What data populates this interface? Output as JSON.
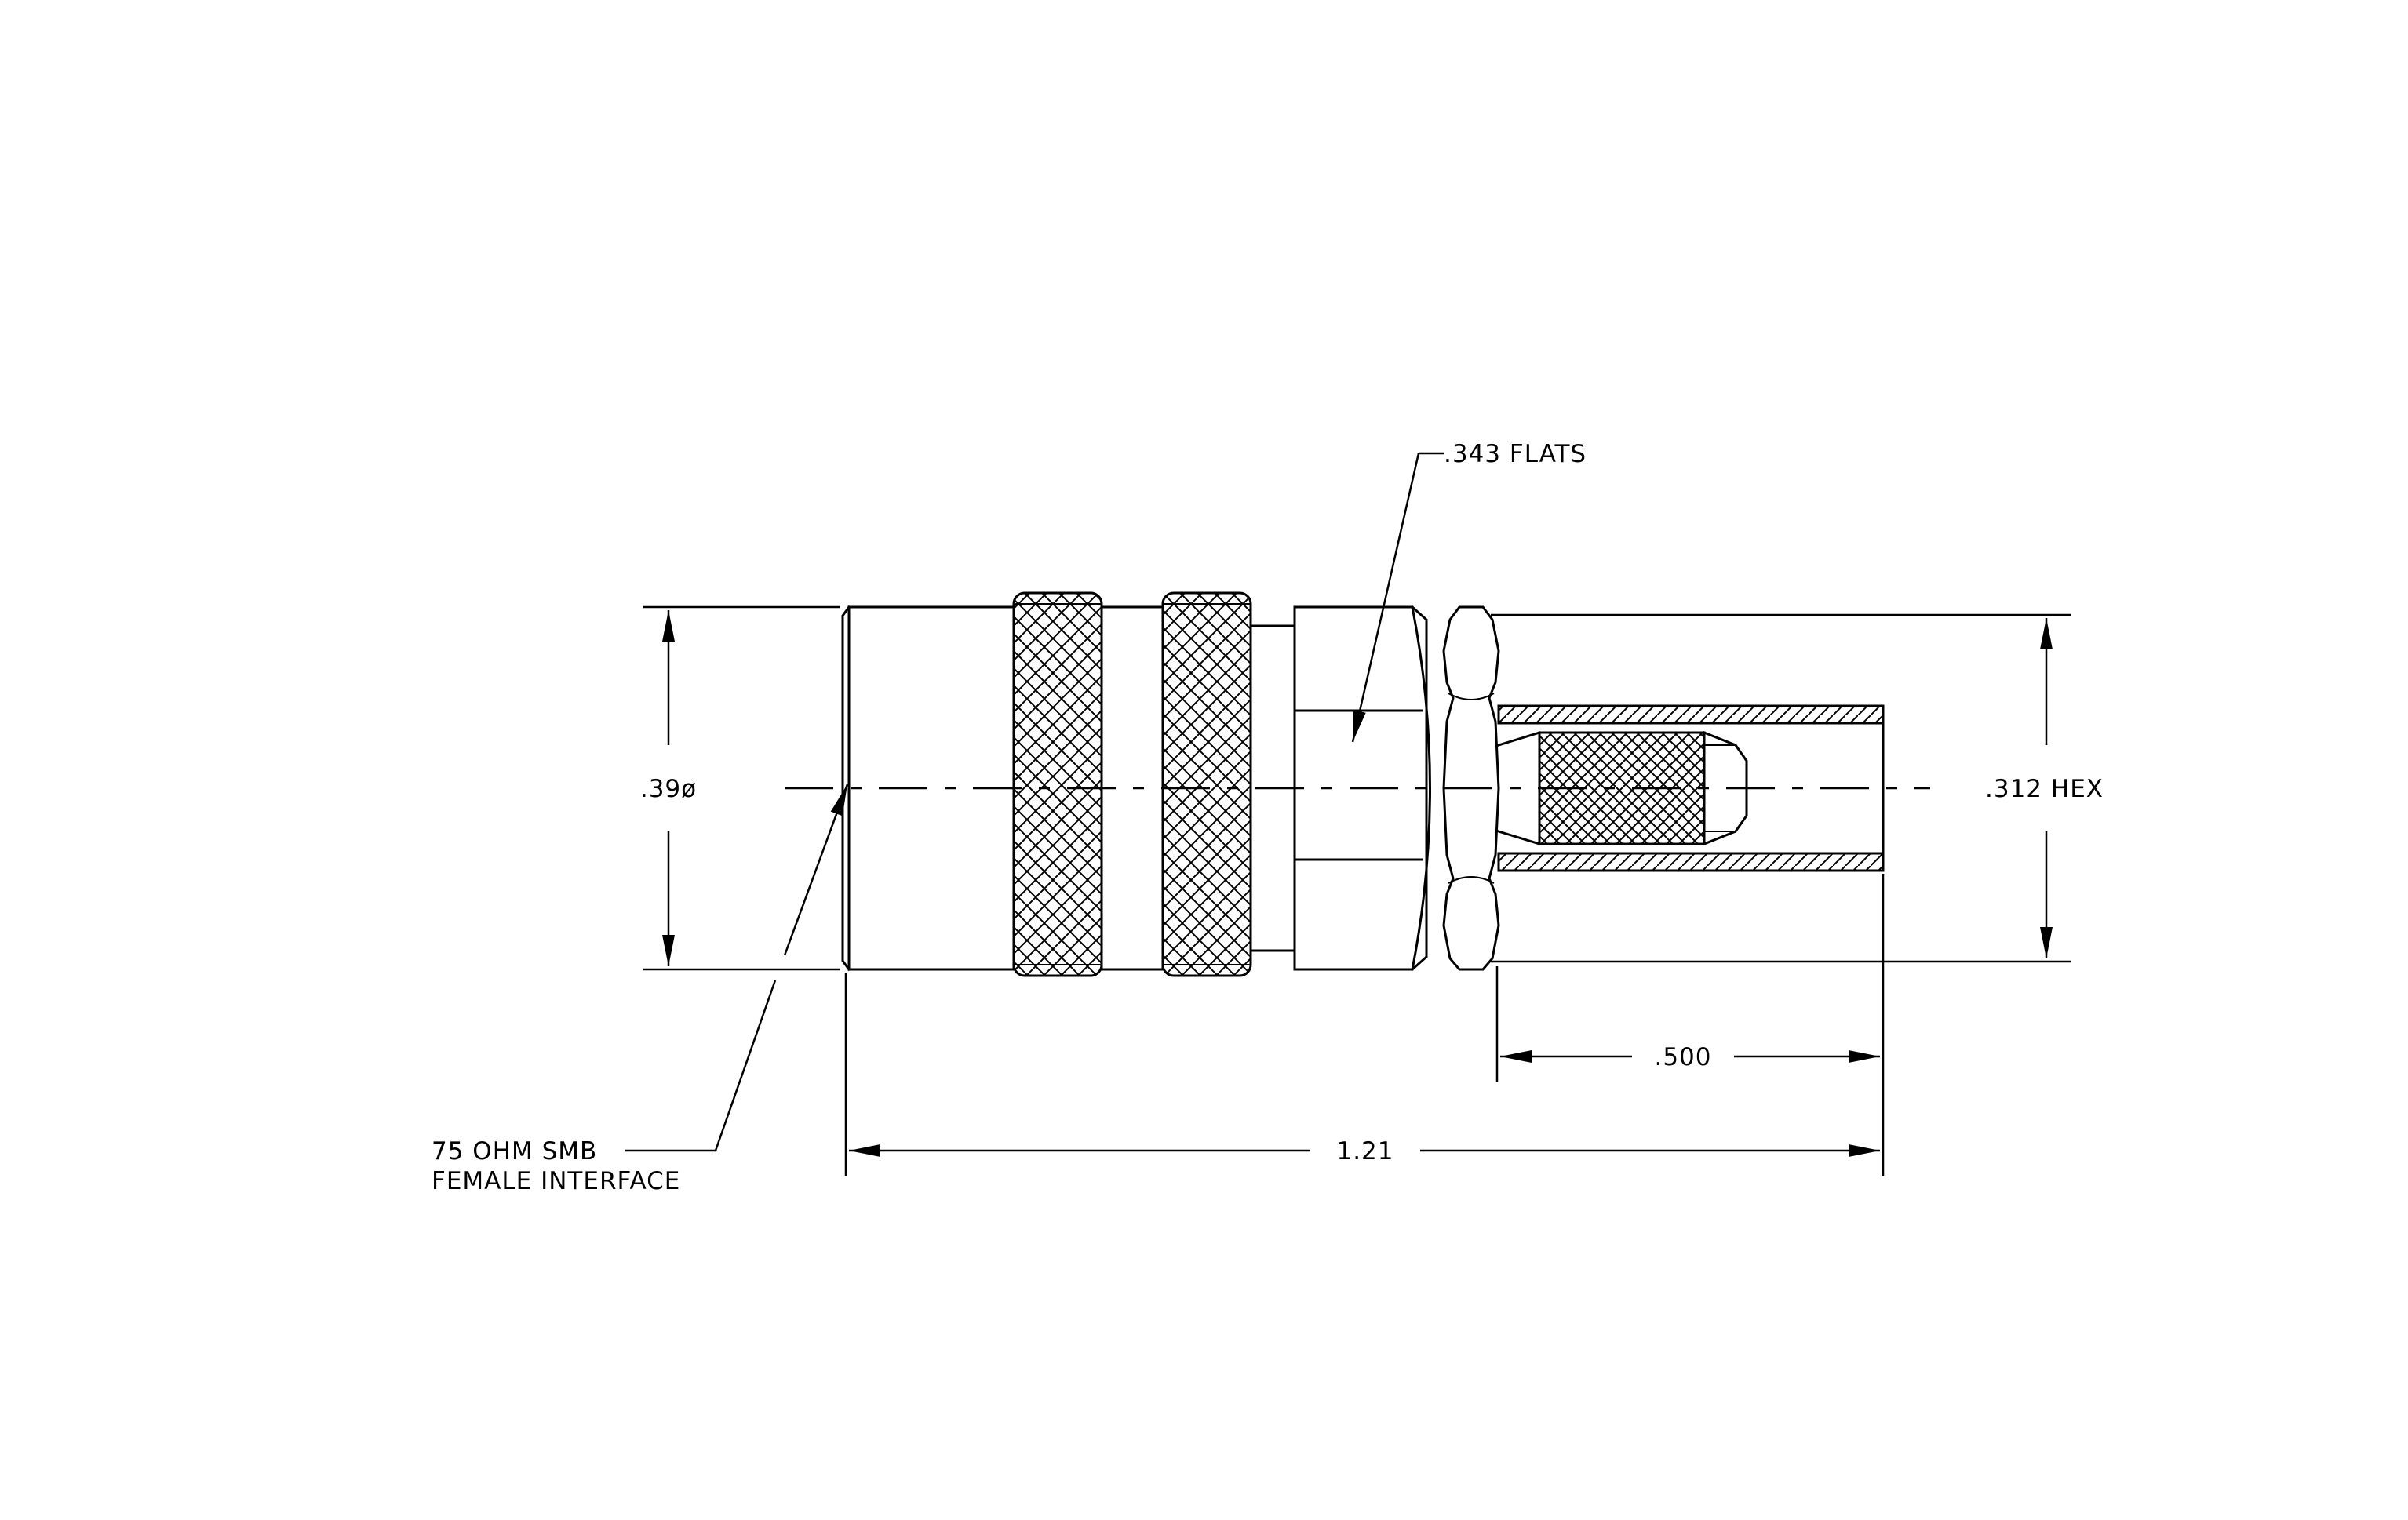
{
  "drawing": {
    "labels": {
      "diameter": ".39ø",
      "hex": ".312 HEX",
      "flats": ".343 FLATS",
      "crimp_length": ".500",
      "overall_length": "1.21",
      "interface_line1": "75 OHM SMB",
      "interface_line2": "FEMALE INTERFACE"
    }
  }
}
